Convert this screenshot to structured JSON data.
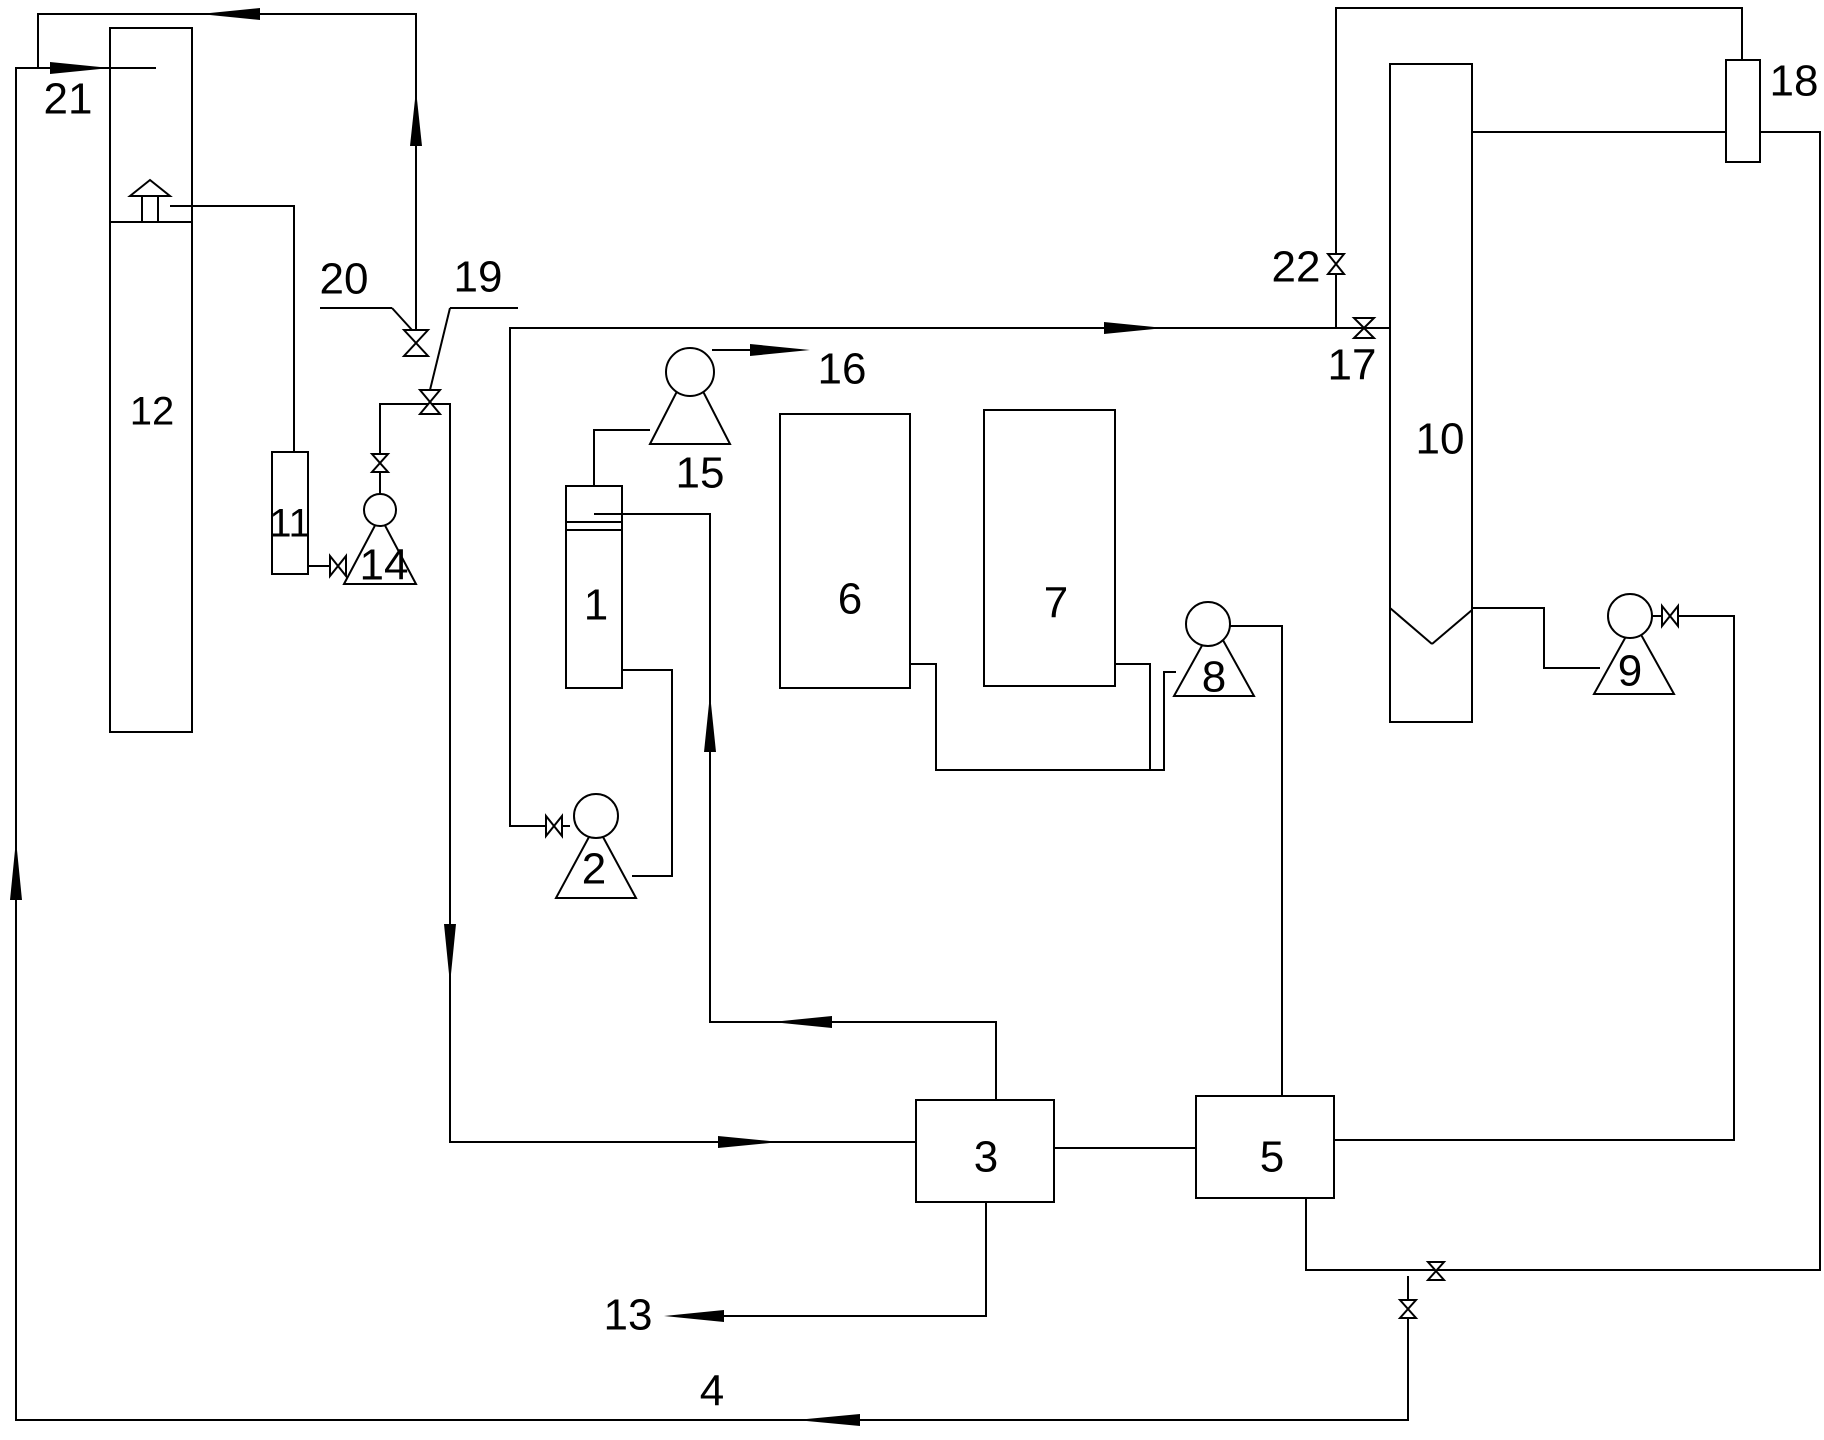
{
  "diagram": {
    "labels": {
      "n1": "1",
      "n2": "2",
      "n3": "3",
      "n4": "4",
      "n5": "5",
      "n6": "6",
      "n7": "7",
      "n8": "8",
      "n9": "9",
      "n10": "10",
      "n11": "11",
      "n12": "12",
      "n13": "13",
      "n14": "14",
      "n15": "15",
      "n16": "16",
      "n17": "17",
      "n18": "18",
      "n19": "19",
      "n20": "20",
      "n21": "21",
      "n22": "22"
    }
  }
}
